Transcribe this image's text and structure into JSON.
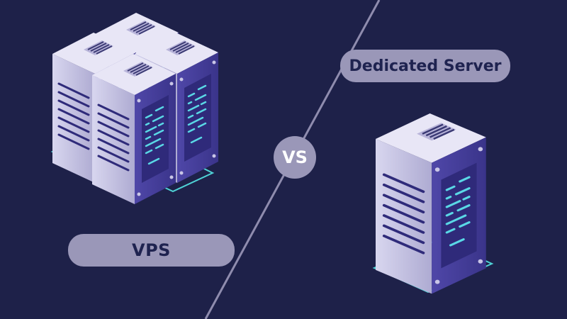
{
  "labels": {
    "vps": "VPS",
    "dedicated": "Dedicated Server",
    "versus": "VS"
  },
  "colors": {
    "background": "#1e2149",
    "pill": "#9a97b8",
    "pill_text": "#1f2350",
    "server_front": "#c9c6e6",
    "server_top": "#e6e4f5",
    "server_side": "#5a52b8",
    "led": "#5ad8e6",
    "base_outline": "#4fd2d6"
  },
  "icons": {
    "vps": "server-cluster-icon",
    "dedicated": "single-server-icon"
  }
}
